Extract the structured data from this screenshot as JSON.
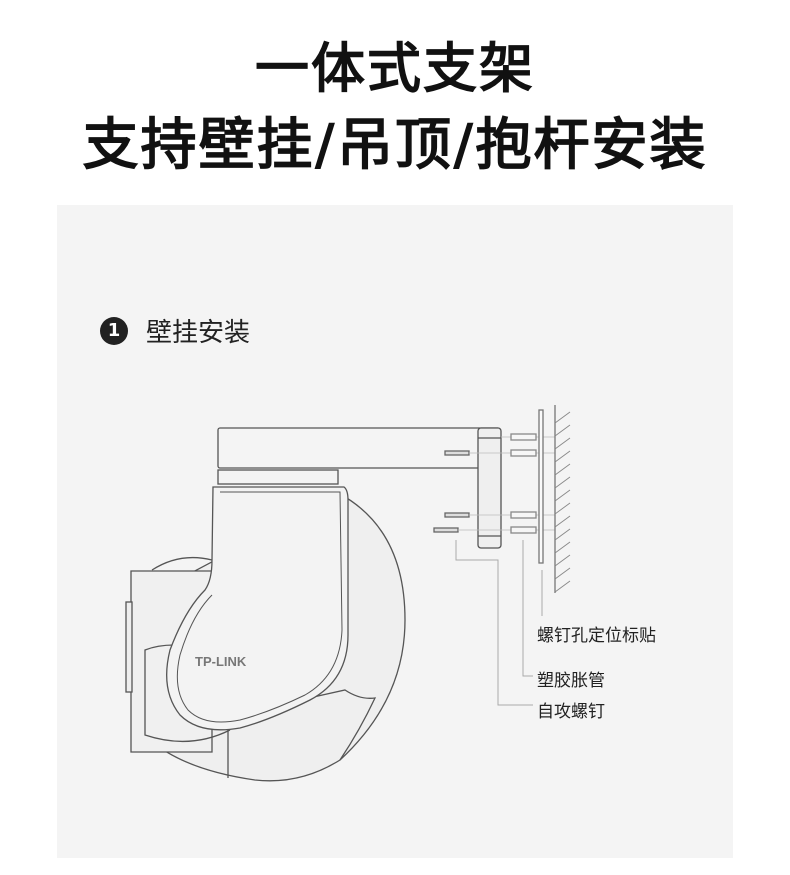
{
  "title_line1": "一体式支架",
  "title_line2": "支持壁挂/吊顶/抱杆安装",
  "section": {
    "number": "1",
    "label": "壁挂安装"
  },
  "brand_logo": "TP-LINK",
  "callouts": {
    "sticker": "螺钉孔定位标贴",
    "anchor": "塑胶胀管",
    "screw": "自攻螺钉"
  }
}
